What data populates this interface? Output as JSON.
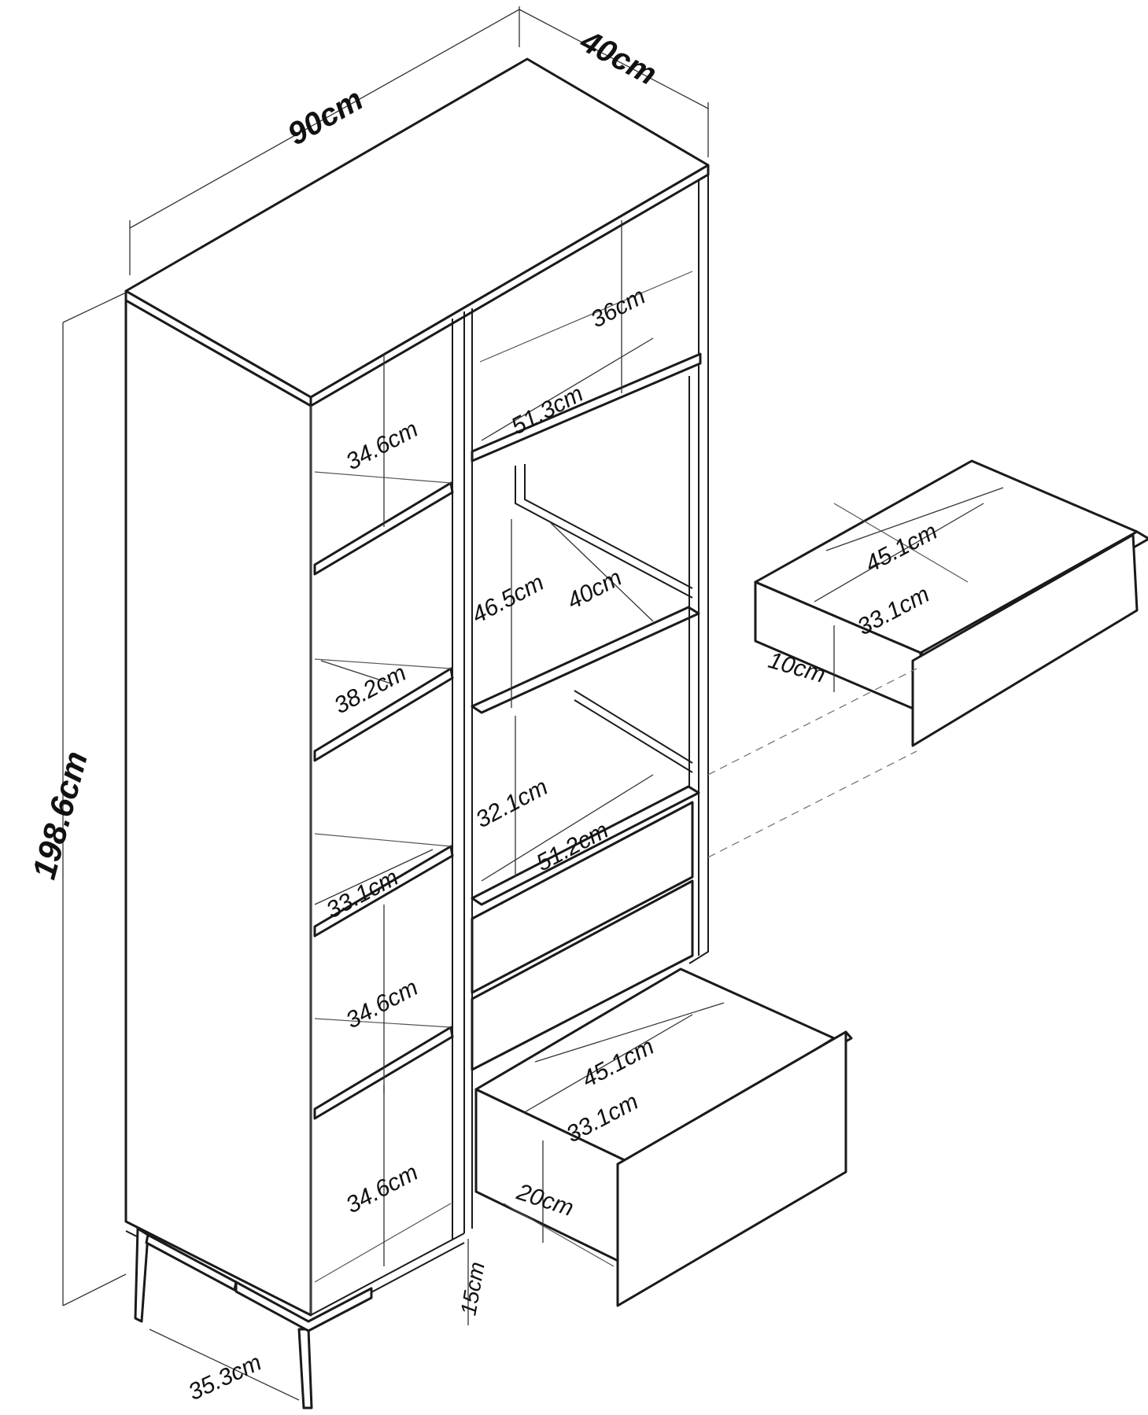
{
  "dimensions": {
    "width": "90cm",
    "depth": "40cm",
    "height": "198.6cm",
    "left_top_compartment_height": "34.6cm",
    "right_top_compartment_height": "36cm",
    "right_shelf_width_upper": "51.3cm",
    "left_shelf_depth_1": "38.2cm",
    "open_compartment_height": "46.5cm",
    "open_compartment_depth": "40cm",
    "left_shelf_depth_2": "33.1cm",
    "middle_compartment_height": "32.1cm",
    "right_shelf_width_lower": "51.2cm",
    "left_mid_compartment_height": "34.6cm",
    "left_bottom_compartment_height": "34.6cm",
    "leg_height": "15cm",
    "leg_span": "35.3cm",
    "small_drawer_width": "45.1cm",
    "small_drawer_depth": "33.1cm",
    "small_drawer_height": "10cm",
    "large_drawer_width": "45.1cm",
    "large_drawer_depth": "33.1cm",
    "large_drawer_height": "20cm"
  }
}
